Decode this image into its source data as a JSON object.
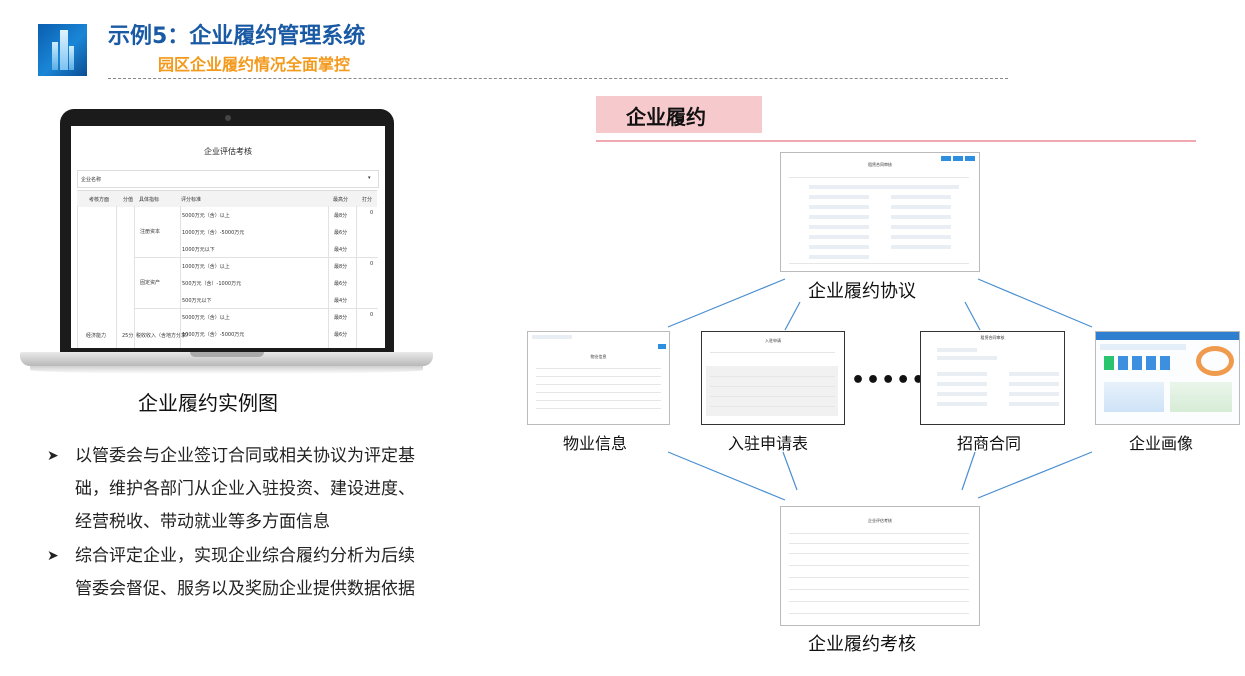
{
  "header": {
    "title": "示例5：企业履约管理系统",
    "subtitle": "园区企业履约情况全面掌控"
  },
  "laptop_screen": {
    "title": "企业评估考核",
    "filter_label": "企业名称",
    "columns": [
      "考核方面",
      "分值",
      "具体指标",
      "评分标准",
      "最高分",
      "打分"
    ],
    "rows": [
      {
        "indicator": "注册资本",
        "criteria": [
          "5000万元（含）以上",
          "1000万元（含）-5000万元",
          "1000万元以下"
        ],
        "max": [
          "最8分",
          "最6分",
          "最4分"
        ],
        "score": "0"
      },
      {
        "indicator": "固定资产",
        "criteria": [
          "1000万元（含）以上",
          "500万元（含）-1000万元",
          "500万元以下"
        ],
        "max": [
          "最8分",
          "最6分",
          "最4分"
        ],
        "score": "0"
      },
      {
        "aspect": "经济能力",
        "points": "25分",
        "indicator": "税收收入（含地方分享）",
        "criteria": [
          "5000万元（含）以上",
          "1000万元（含）-5000万元"
        ],
        "max": [
          "最8分",
          "最6分"
        ],
        "score": "0"
      }
    ]
  },
  "caption_main": "企业履约实例图",
  "bullets": [
    {
      "lines": [
        "以管委会与企业签订合同或相关协议为评定基",
        "础，维护各部门从企业入驻投资、建设进度、",
        "经营税收、带动就业等多方面信息"
      ]
    },
    {
      "lines": [
        "综合评定企业，实现企业综合履约分析为后续",
        "管委会督促、服务以及奖励企业提供数据依据"
      ]
    }
  ],
  "right": {
    "tag": "企业履约",
    "top_node": {
      "label": "企业履约协议",
      "thumb_title": "租赁合同审核"
    },
    "mid_nodes": [
      {
        "label": "物业信息",
        "thumb_title": "物业信息"
      },
      {
        "label": "入驻申请表",
        "thumb_title": "入驻申请"
      },
      {
        "label": "招商合同",
        "thumb_title": "租赁合同审核"
      },
      {
        "label": "企业画像"
      }
    ],
    "ellipsis": "••••••",
    "bottom_node": {
      "label": "企业履约考核",
      "thumb_title": "企业评估考核"
    }
  },
  "colors": {
    "title": "#1a5aa5",
    "subtitle": "#f39a1c",
    "tag_bg": "#f6c9cd",
    "connector": "#4a8fd0"
  }
}
